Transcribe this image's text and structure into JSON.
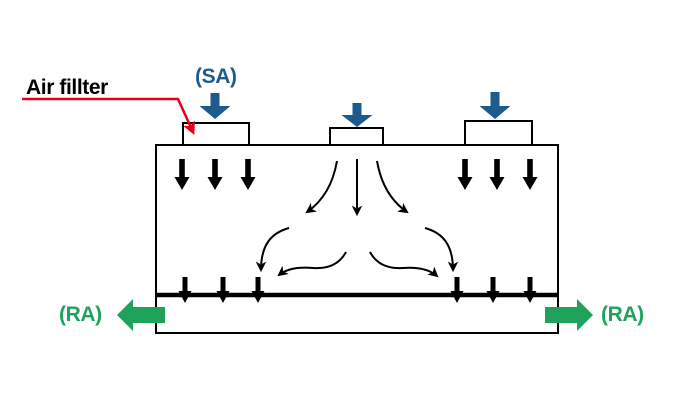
{
  "labels": {
    "air_filter": "Air fillter",
    "supply_air": "(SA)",
    "return_air_left": "(RA)",
    "return_air_right": "(RA)"
  },
  "colors": {
    "supply_blue": "#1d5b8e",
    "return_green": "#1fa25b",
    "leader_red": "#e8001a",
    "ink": "#000000"
  }
}
